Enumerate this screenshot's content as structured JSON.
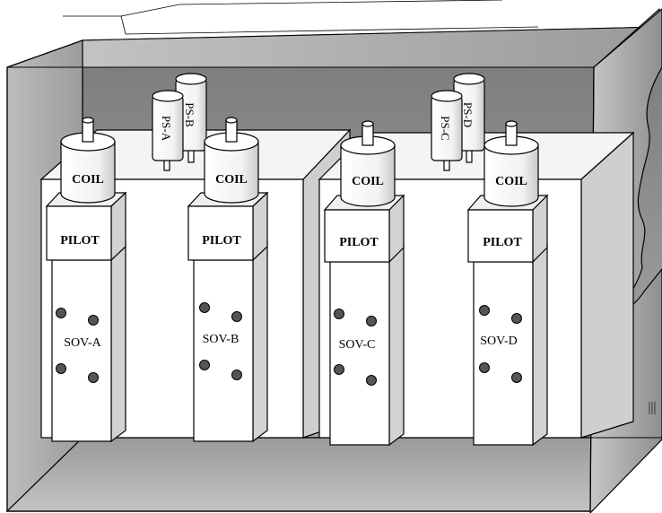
{
  "valves": [
    {
      "id": "sov-a",
      "name": "SOV-A",
      "coil": "COIL",
      "pilot": "PILOT"
    },
    {
      "id": "sov-b",
      "name": "SOV-B",
      "coil": "COIL",
      "pilot": "PILOT"
    },
    {
      "id": "sov-c",
      "name": "SOV-C",
      "coil": "COIL",
      "pilot": "PILOT"
    },
    {
      "id": "sov-d",
      "name": "SOV-D",
      "coil": "COIL",
      "pilot": "PILOT"
    }
  ],
  "pressure_switches": [
    "PS-A",
    "PS-B",
    "PS-C",
    "PS-D"
  ],
  "colors": {
    "enclosure_back": "#8c8c8c",
    "enclosure_top": "#b4b4b4",
    "enclosure_side": "#a8a8a8",
    "manifold_face": "#ffffff",
    "manifold_side": "#cfcfcf",
    "valve_face": "#ffffff",
    "valve_side": "#d2d2d2",
    "port": "#555555",
    "outline": "#000000"
  }
}
